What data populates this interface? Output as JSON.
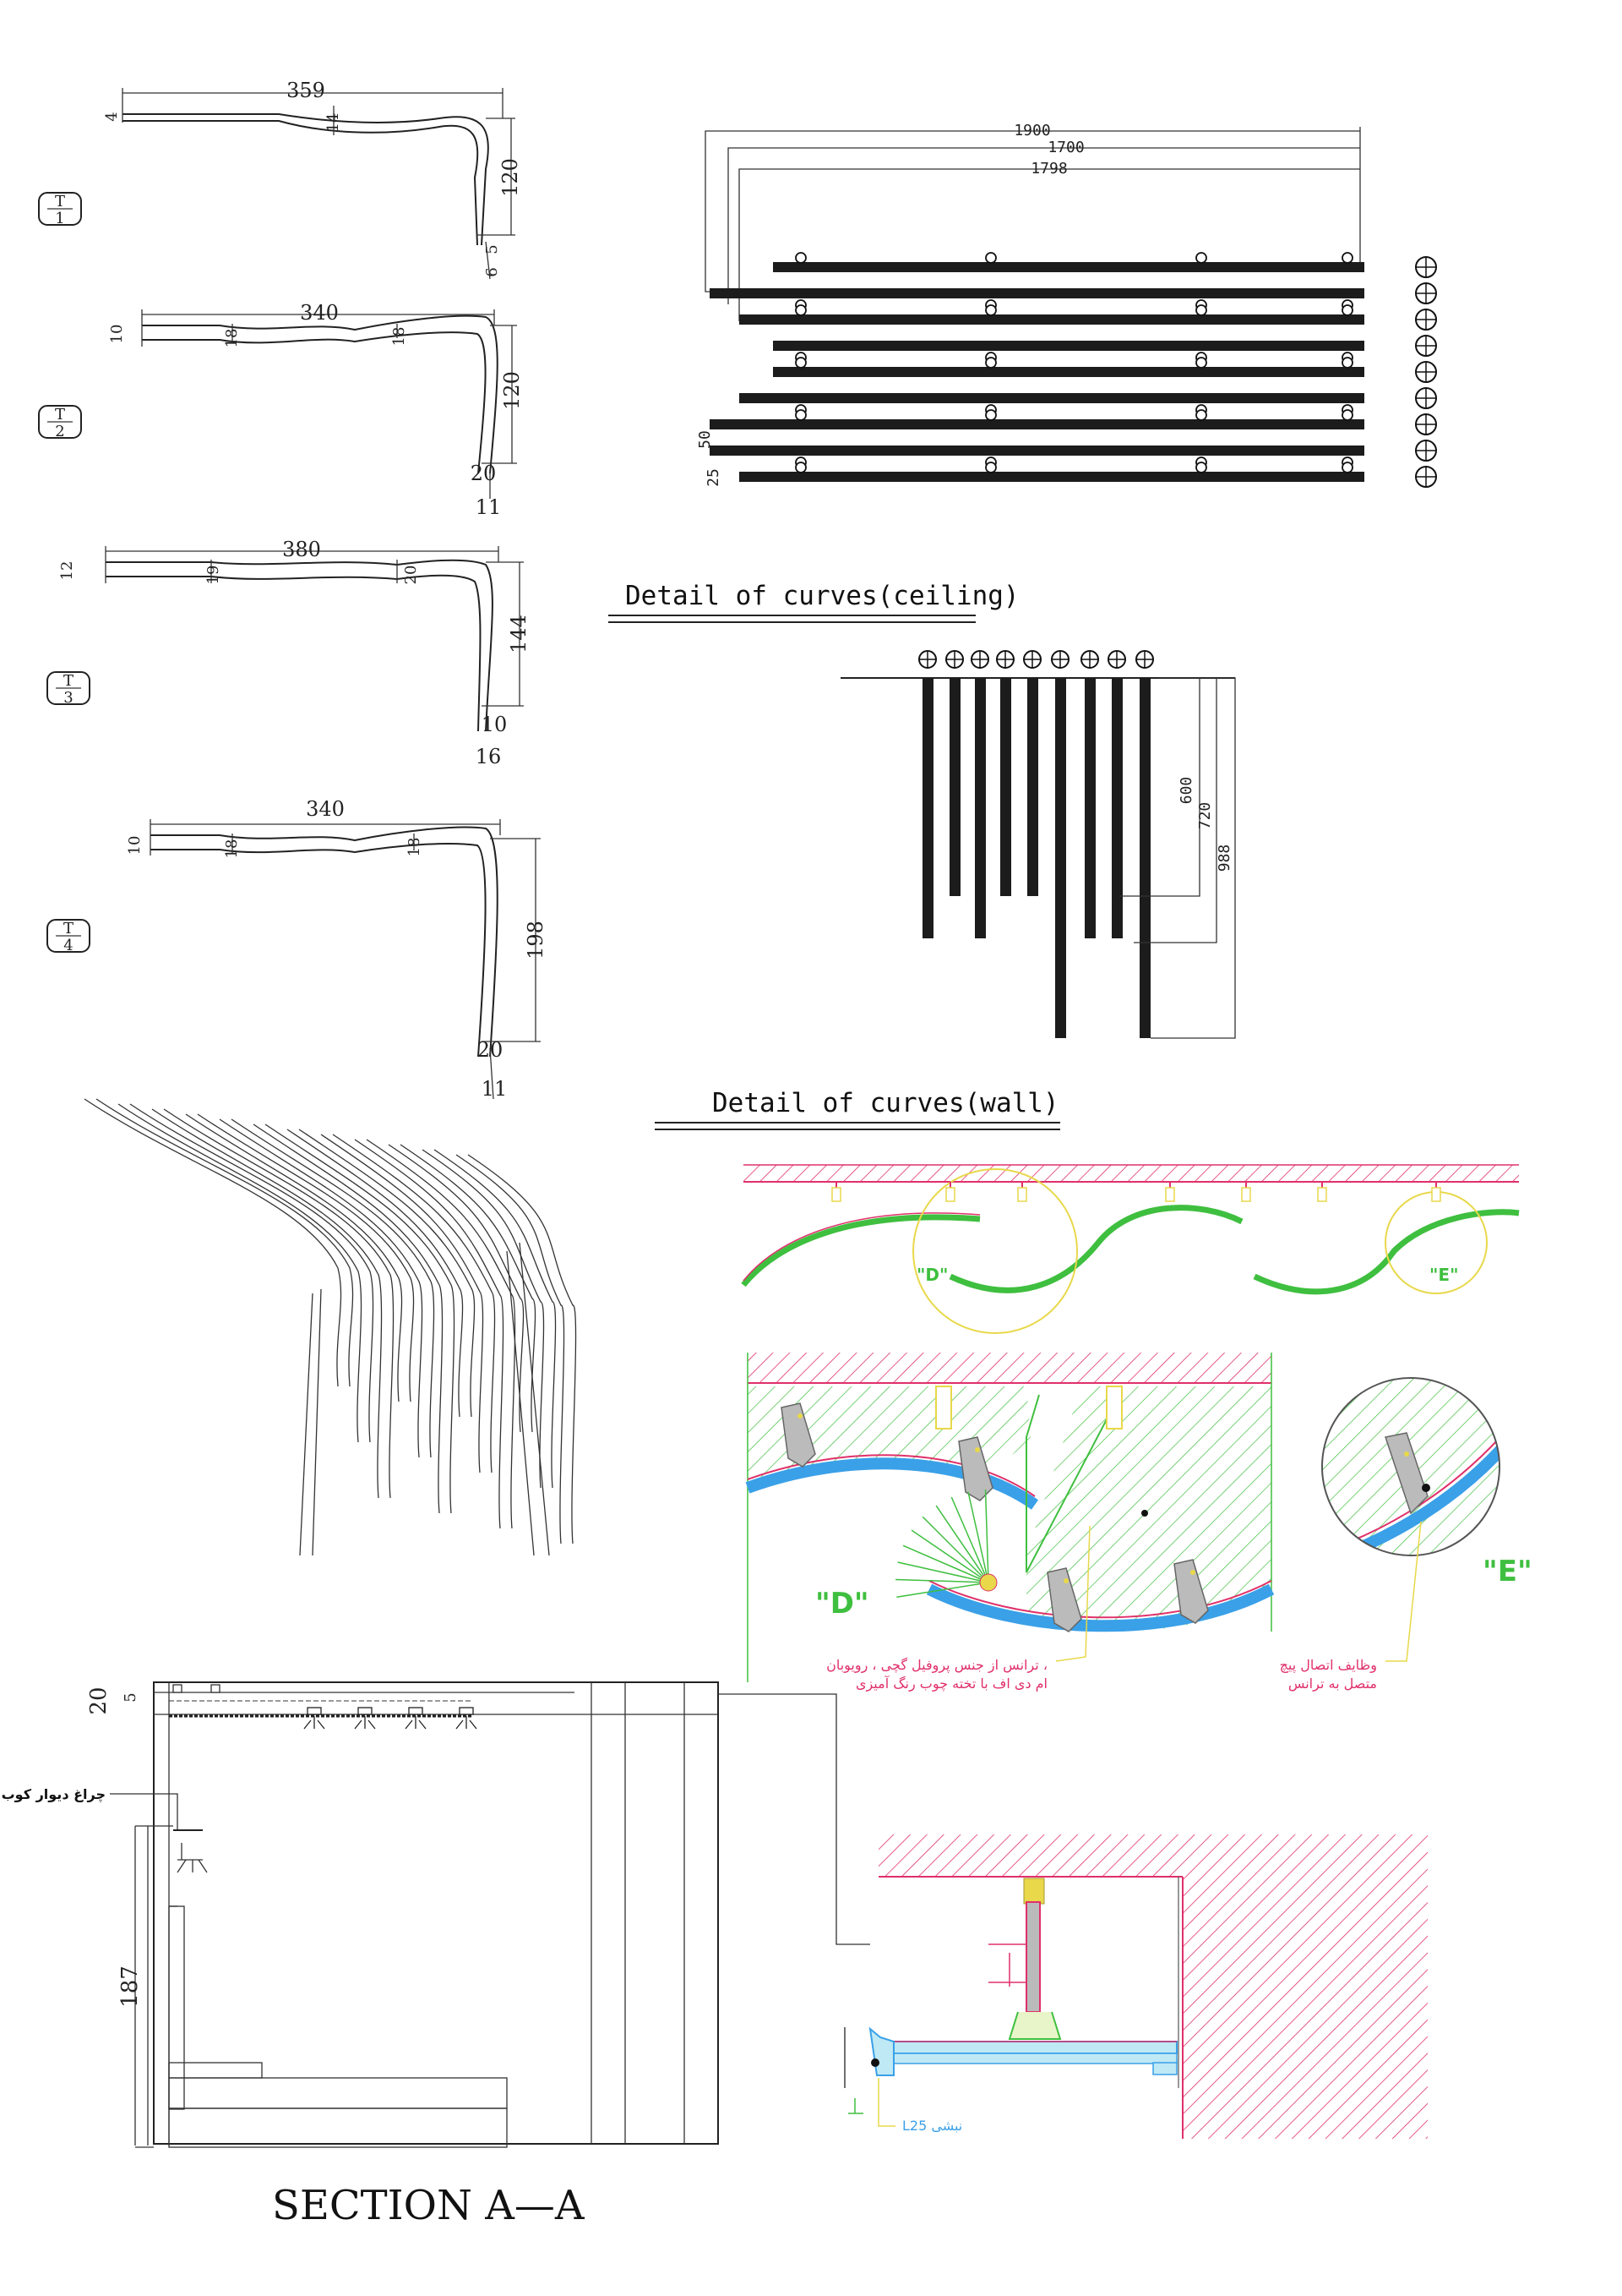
{
  "profiles": [
    {
      "tag_top": "T",
      "tag_bottom": "1",
      "width": "359",
      "height": "120",
      "t_left": "4",
      "t_mid": "14",
      "t_bottom": "5",
      "t_bottom2": "6"
    },
    {
      "tag_top": "T",
      "tag_bottom": "2",
      "width": "340",
      "height": "120",
      "t_left": "10",
      "t_mid1": "18",
      "t_mid2": "18",
      "t_bottom1": "20",
      "t_bottom2": "11"
    },
    {
      "tag_top": "T",
      "tag_bottom": "3",
      "width": "380",
      "height": "144",
      "t_left": "12",
      "t_mid1": "19",
      "t_mid2": "20",
      "t_bottom1": "10",
      "t_bottom2": "16"
    },
    {
      "tag_top": "T",
      "tag_bottom": "4",
      "width": "340",
      "height": "198",
      "t_left": "10",
      "t_mid1": "18",
      "t_mid2": "18",
      "t_bottom1": "20",
      "t_bottom2": "11"
    }
  ],
  "plan_dims": {
    "d1": "1900",
    "d2": "1700",
    "d3": "1798",
    "t1": "50",
    "t2": "25"
  },
  "ceiling": {
    "title": "Detail of curves(ceiling)",
    "d1": "600",
    "d2": "720",
    "d3": "988"
  },
  "wall": {
    "title": "Detail of curves(wall)",
    "label_d": "\"D\"",
    "label_e": "\"E\"",
    "note1_line1": "ترانس از جنس پروفیل گچی ، رویوبان ،",
    "note1_line2": "ام دی اف با تخته چوب رنگ آمیزی",
    "note2_line1": "وظایف اتصال پیچ",
    "note2_line2": "متصل به ترانس"
  },
  "section": {
    "title": "SECTION  A—A",
    "dim_20": "20",
    "dim_5": "5",
    "dim_187": "187",
    "lamp_label": "چراغ دیوار کوب",
    "l25": "L25 نبشی"
  },
  "colors": {
    "green": "#3fbf3f",
    "red": "#e0306a",
    "blue": "#3aa0e8",
    "yellow": "#e8d84a",
    "cyan": "#bfe9f5"
  }
}
